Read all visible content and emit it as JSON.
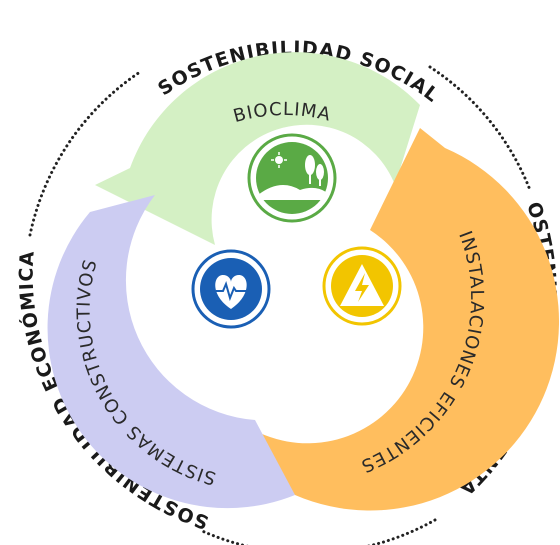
{
  "outer_ring": {
    "social": "SOSTENIBILIDAD SOCIAL",
    "ambiental": "SOSTENIBILIDAD AMBIENTAL",
    "economica": "SOSTENIBILIDAD ECONÓMICA"
  },
  "segments": {
    "bioclima": {
      "label": "BIOCLIMA",
      "color": "#d4f0c4",
      "icon": "landscape-sun-trees-icon",
      "icon_color": "#5aaa45"
    },
    "instalaciones": {
      "label": "INSTALACIONES EFICIENTES",
      "color": "#ffbe5e",
      "icon": "lightning-warning-icon",
      "icon_color": "#f2c500"
    },
    "sistemas": {
      "label": "SISTEMAS CONSTRUCTIVOS",
      "color": "#ccccf2",
      "icon": "heart-pulse-icon",
      "icon_color": "#1a5fb4"
    }
  },
  "colors": {
    "dotted_ring": "#222222"
  }
}
